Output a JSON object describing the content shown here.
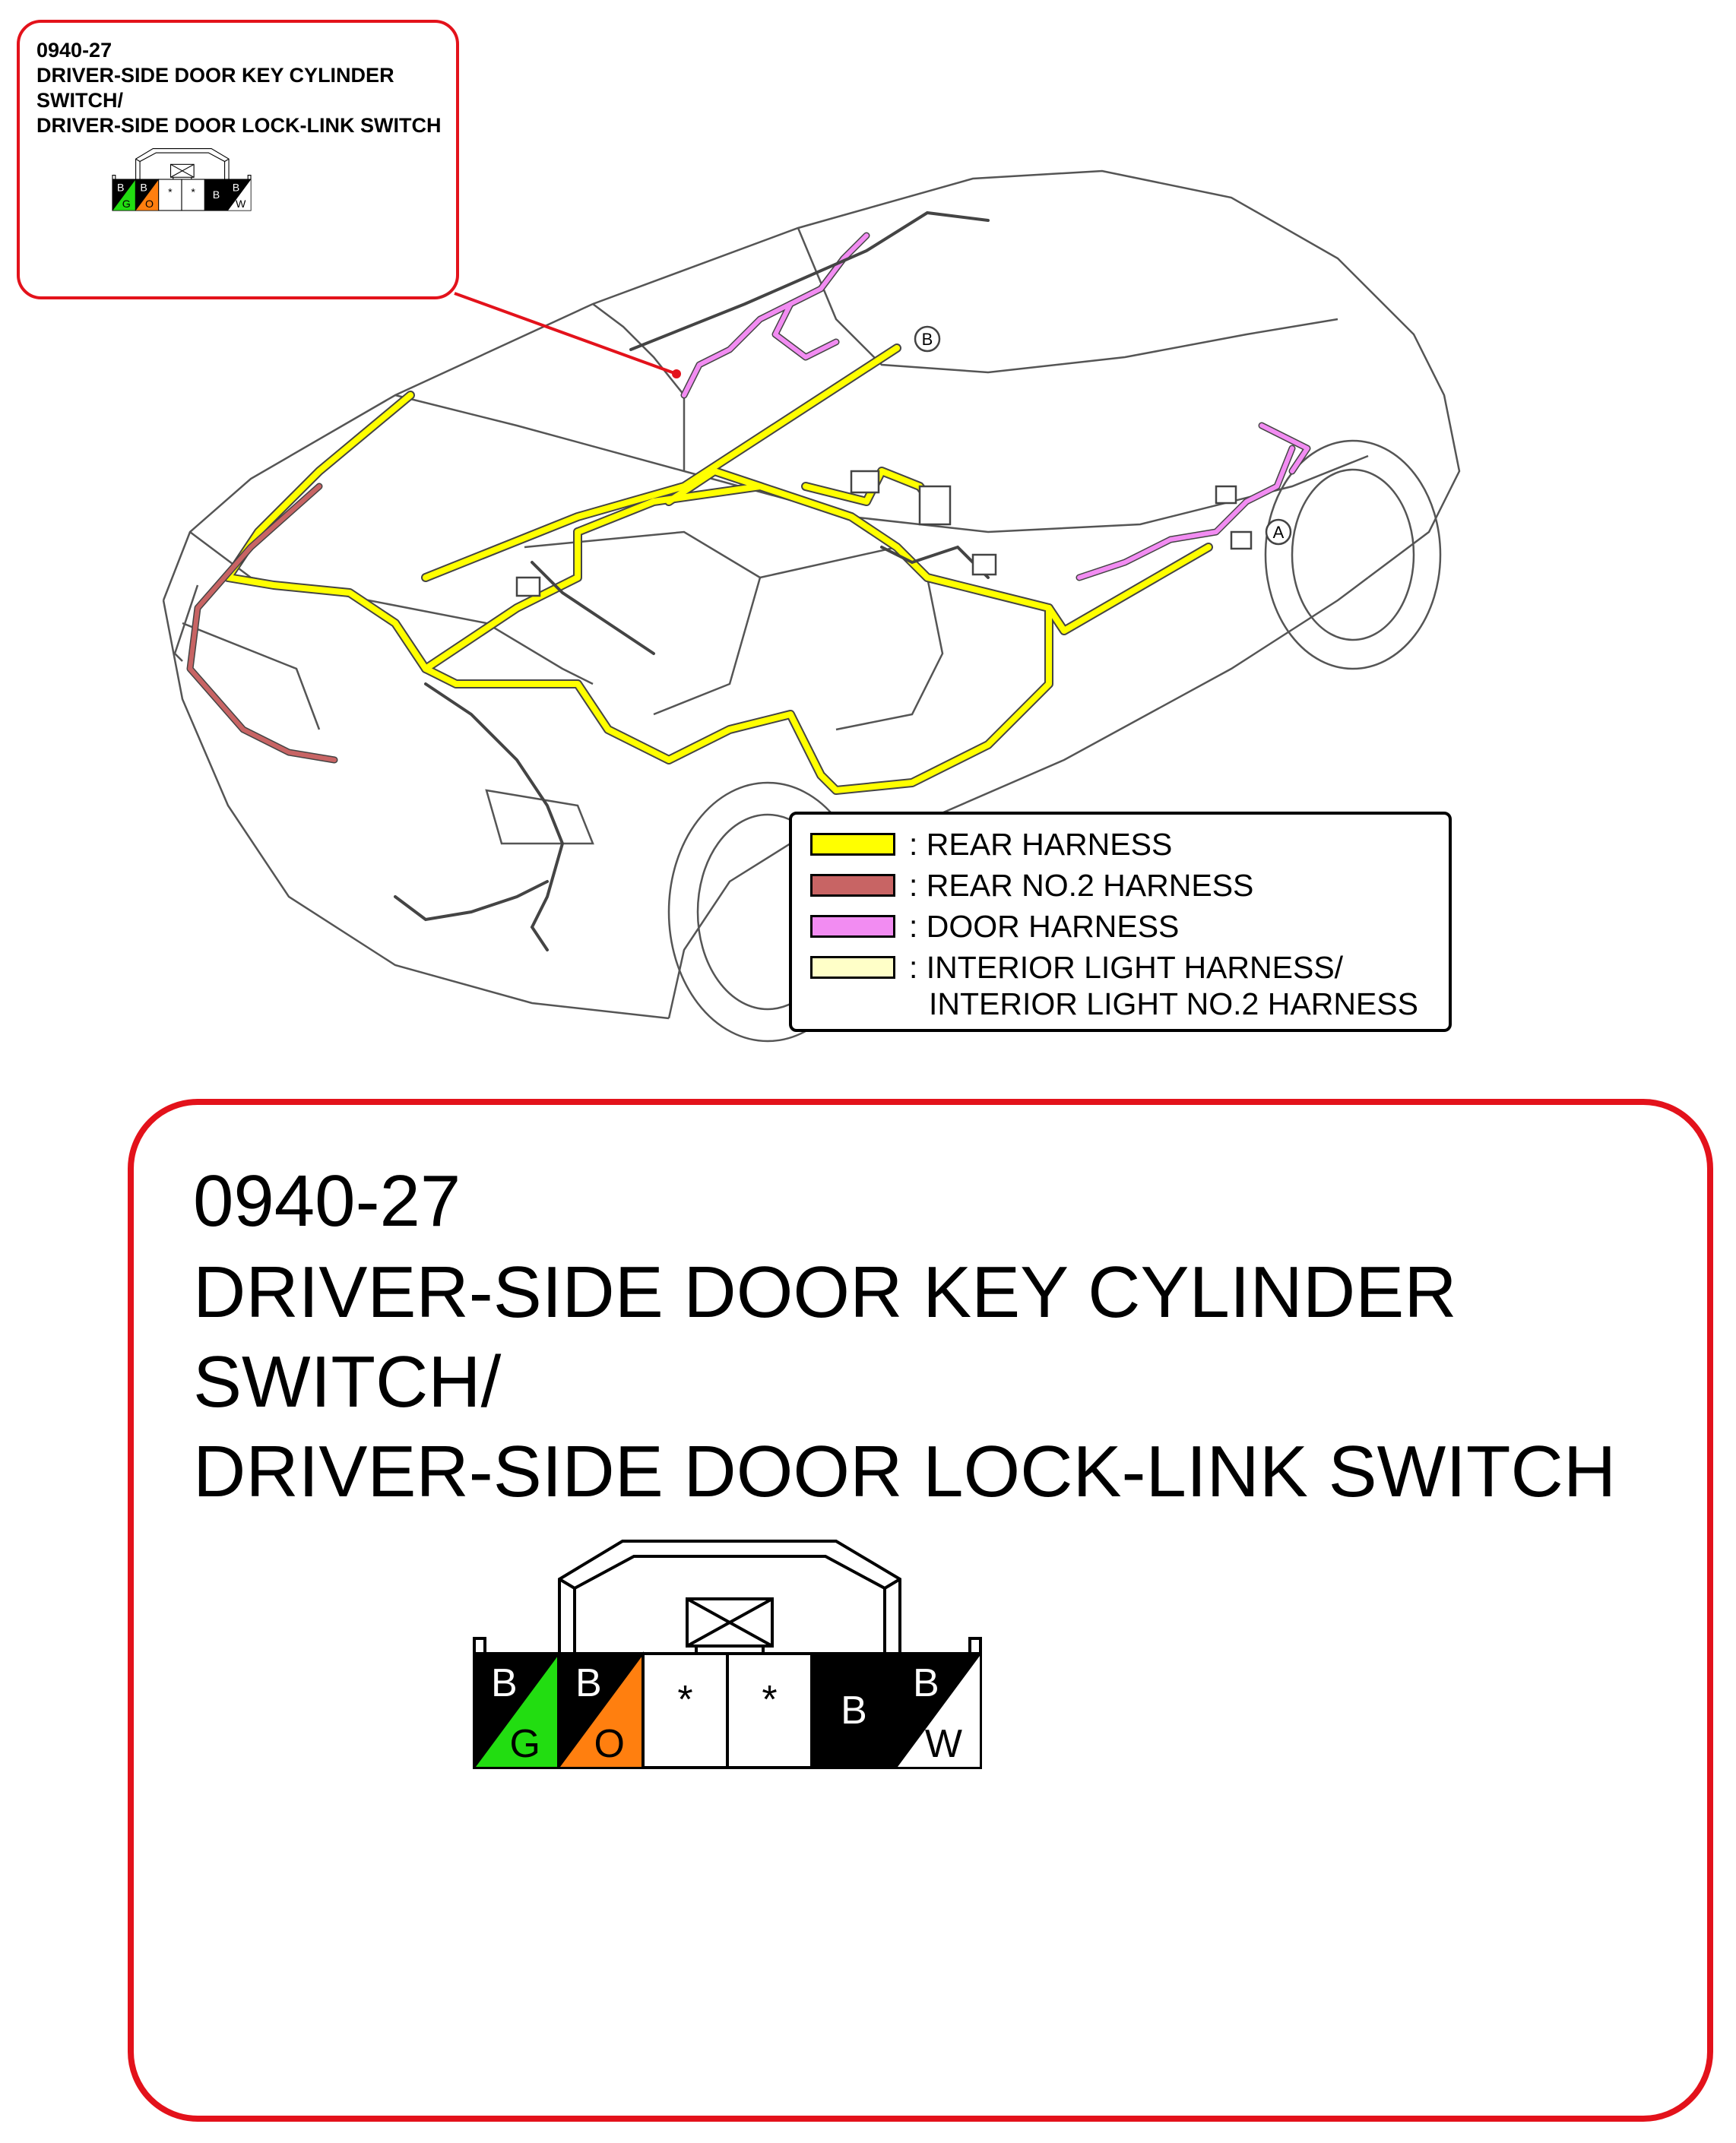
{
  "callout_small": {
    "code": "0940-27",
    "title_lines": [
      "DRIVER-SIDE DOOR KEY CYLINDER",
      "SWITCH/",
      "DRIVER-SIDE DOOR LOCK-LINK SWITCH"
    ]
  },
  "callout_big": {
    "code": "0940-27",
    "title_lines": [
      "DRIVER-SIDE DOOR KEY CYLINDER",
      "SWITCH/",
      "DRIVER-SIDE DOOR LOCK-LINK SWITCH"
    ]
  },
  "markers": {
    "a": "A",
    "b": "B"
  },
  "legend": {
    "items": [
      {
        "color": "#ffff00",
        "label": ": REAR HARNESS"
      },
      {
        "color": "#c86464",
        "label": ": REAR NO.2 HARNESS"
      },
      {
        "color": "#f28cf2",
        "label": ": DOOR HARNESS"
      },
      {
        "color": "#ffffc8",
        "label": ": INTERIOR LIGHT HARNESS/"
      }
    ],
    "continuation": "INTERIOR LIGHT NO.2 HARNESS"
  },
  "connector": {
    "pins": [
      {
        "top_label": "B",
        "bottom_label": "G",
        "fill_color": "#22dd11",
        "style": "split"
      },
      {
        "top_label": "B",
        "bottom_label": "O",
        "fill_color": "#ff7f0f",
        "style": "split"
      },
      {
        "top_label": "*",
        "bottom_label": "",
        "fill_color": "#ffffff",
        "style": "empty"
      },
      {
        "top_label": "*",
        "bottom_label": "",
        "fill_color": "#ffffff",
        "style": "empty"
      },
      {
        "top_label": "B",
        "bottom_label": "",
        "fill_color": "#000000",
        "style": "solid"
      },
      {
        "top_label": "B",
        "bottom_label": "W",
        "fill_color": "#ffffff",
        "style": "split"
      }
    ]
  },
  "colors": {
    "callout_border": "#e3121b",
    "harness_rear": "#ffff00",
    "harness_rear_no2": "#c86464",
    "harness_door": "#f28cf2",
    "harness_interior": "#ffffc8"
  }
}
